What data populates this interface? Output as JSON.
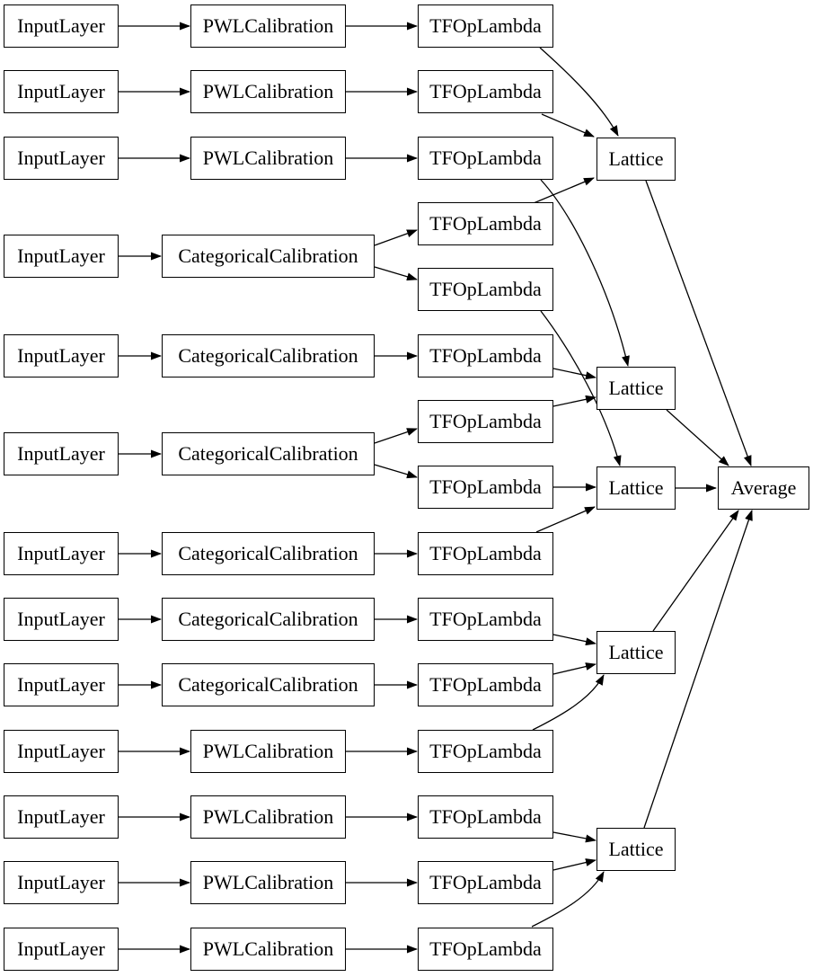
{
  "diagram": {
    "title": "",
    "background_color": "#ffffff",
    "node_border_color": "#000000",
    "node_fill_color": "#ffffff",
    "text_color": "#000000",
    "edge_color": "#000000",
    "nodes": {
      "i1": {
        "label": "InputLayer"
      },
      "i2": {
        "label": "InputLayer"
      },
      "i3": {
        "label": "InputLayer"
      },
      "i4": {
        "label": "InputLayer"
      },
      "i5": {
        "label": "InputLayer"
      },
      "i6": {
        "label": "InputLayer"
      },
      "i7": {
        "label": "InputLayer"
      },
      "i8": {
        "label": "InputLayer"
      },
      "i9": {
        "label": "InputLayer"
      },
      "i10": {
        "label": "InputLayer"
      },
      "i11": {
        "label": "InputLayer"
      },
      "i12": {
        "label": "InputLayer"
      },
      "i13": {
        "label": "InputLayer"
      },
      "p1": {
        "label": "PWLCalibration"
      },
      "p2": {
        "label": "PWLCalibration"
      },
      "p3": {
        "label": "PWLCalibration"
      },
      "p10": {
        "label": "PWLCalibration"
      },
      "p11": {
        "label": "PWLCalibration"
      },
      "p12": {
        "label": "PWLCalibration"
      },
      "p13": {
        "label": "PWLCalibration"
      },
      "c4": {
        "label": "CategoricalCalibration"
      },
      "c5": {
        "label": "CategoricalCalibration"
      },
      "c6": {
        "label": "CategoricalCalibration"
      },
      "c7": {
        "label": "CategoricalCalibration"
      },
      "c8": {
        "label": "CategoricalCalibration"
      },
      "c9": {
        "label": "CategoricalCalibration"
      },
      "t1": {
        "label": "TFOpLambda"
      },
      "t2": {
        "label": "TFOpLambda"
      },
      "t3": {
        "label": "TFOpLambda"
      },
      "t4": {
        "label": "TFOpLambda"
      },
      "t5": {
        "label": "TFOpLambda"
      },
      "t6": {
        "label": "TFOpLambda"
      },
      "t7": {
        "label": "TFOpLambda"
      },
      "t8": {
        "label": "TFOpLambda"
      },
      "t9": {
        "label": "TFOpLambda"
      },
      "t10": {
        "label": "TFOpLambda"
      },
      "t11": {
        "label": "TFOpLambda"
      },
      "t12": {
        "label": "TFOpLambda"
      },
      "t13": {
        "label": "TFOpLambda"
      },
      "t14": {
        "label": "TFOpLambda"
      },
      "t15": {
        "label": "TFOpLambda"
      },
      "l1": {
        "label": "Lattice"
      },
      "l2": {
        "label": "Lattice"
      },
      "l3": {
        "label": "Lattice"
      },
      "l4": {
        "label": "Lattice"
      },
      "l5": {
        "label": "Lattice"
      },
      "avg": {
        "label": "Average"
      }
    },
    "edges": [
      {
        "from": "i1",
        "to": "p1"
      },
      {
        "from": "i2",
        "to": "p2"
      },
      {
        "from": "i3",
        "to": "p3"
      },
      {
        "from": "i4",
        "to": "c4"
      },
      {
        "from": "i5",
        "to": "c5"
      },
      {
        "from": "i6",
        "to": "c6"
      },
      {
        "from": "i7",
        "to": "c7"
      },
      {
        "from": "i8",
        "to": "c8"
      },
      {
        "from": "i9",
        "to": "c9"
      },
      {
        "from": "i10",
        "to": "p10"
      },
      {
        "from": "i11",
        "to": "p11"
      },
      {
        "from": "i12",
        "to": "p12"
      },
      {
        "from": "i13",
        "to": "p13"
      },
      {
        "from": "p1",
        "to": "t1"
      },
      {
        "from": "p2",
        "to": "t2"
      },
      {
        "from": "p3",
        "to": "t3"
      },
      {
        "from": "c4",
        "to": "t4"
      },
      {
        "from": "c4",
        "to": "t5"
      },
      {
        "from": "c5",
        "to": "t6"
      },
      {
        "from": "c6",
        "to": "t7"
      },
      {
        "from": "c6",
        "to": "t8"
      },
      {
        "from": "c7",
        "to": "t9"
      },
      {
        "from": "c8",
        "to": "t10"
      },
      {
        "from": "c9",
        "to": "t11"
      },
      {
        "from": "p10",
        "to": "t12"
      },
      {
        "from": "p11",
        "to": "t13"
      },
      {
        "from": "p12",
        "to": "t14"
      },
      {
        "from": "p13",
        "to": "t15"
      },
      {
        "from": "t1",
        "to": "l1"
      },
      {
        "from": "t2",
        "to": "l1"
      },
      {
        "from": "t4",
        "to": "l1"
      },
      {
        "from": "t3",
        "to": "l2"
      },
      {
        "from": "t6",
        "to": "l2"
      },
      {
        "from": "t7",
        "to": "l2"
      },
      {
        "from": "t5",
        "to": "l3"
      },
      {
        "from": "t8",
        "to": "l3"
      },
      {
        "from": "t9",
        "to": "l3"
      },
      {
        "from": "t10",
        "to": "l4"
      },
      {
        "from": "t11",
        "to": "l4"
      },
      {
        "from": "t12",
        "to": "l4"
      },
      {
        "from": "t13",
        "to": "l5"
      },
      {
        "from": "t14",
        "to": "l5"
      },
      {
        "from": "t15",
        "to": "l5"
      },
      {
        "from": "l1",
        "to": "avg"
      },
      {
        "from": "l2",
        "to": "avg"
      },
      {
        "from": "l3",
        "to": "avg"
      },
      {
        "from": "l4",
        "to": "avg"
      },
      {
        "from": "l5",
        "to": "avg"
      }
    ]
  }
}
